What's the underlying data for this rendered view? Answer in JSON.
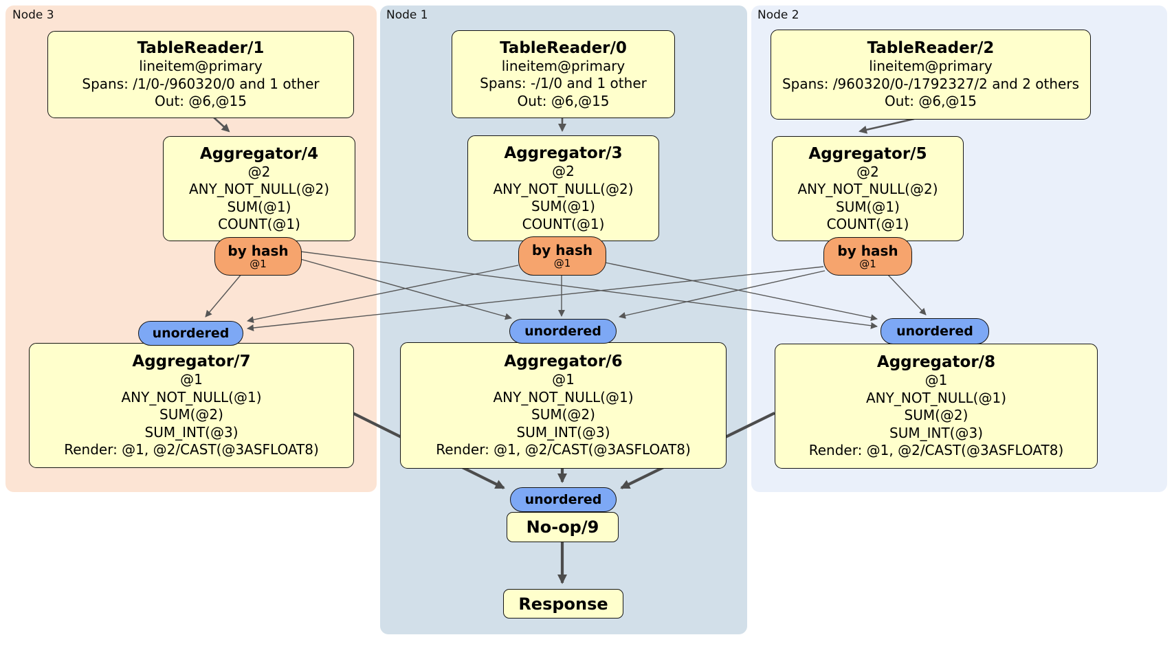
{
  "nodes": {
    "node3": {
      "label": "Node 3",
      "table_reader": {
        "title": "TableReader/1",
        "lines": [
          "lineitem@primary",
          "Spans: /1/0-/960320/0 and 1 other",
          "Out: @6,@15"
        ]
      },
      "agg_top": {
        "title": "Aggregator/4",
        "lines": [
          "@2",
          "ANY_NOT_NULL(@2)",
          "SUM(@1)",
          "COUNT(@1)"
        ]
      },
      "router": {
        "label": "by hash",
        "key": "@1"
      },
      "sync": "unordered",
      "agg_bottom": {
        "title": "Aggregator/7",
        "lines": [
          "@1",
          "ANY_NOT_NULL(@1)",
          "SUM(@2)",
          "SUM_INT(@3)",
          "Render: @1, @2/CAST(@3ASFLOAT8)"
        ]
      }
    },
    "node1": {
      "label": "Node 1",
      "table_reader": {
        "title": "TableReader/0",
        "lines": [
          "lineitem@primary",
          "Spans: -/1/0 and 1 other",
          "Out: @6,@15"
        ]
      },
      "agg_top": {
        "title": "Aggregator/3",
        "lines": [
          "@2",
          "ANY_NOT_NULL(@2)",
          "SUM(@1)",
          "COUNT(@1)"
        ]
      },
      "router": {
        "label": "by hash",
        "key": "@1"
      },
      "sync": "unordered",
      "agg_bottom": {
        "title": "Aggregator/6",
        "lines": [
          "@1",
          "ANY_NOT_NULL(@1)",
          "SUM(@2)",
          "SUM_INT(@3)",
          "Render: @1, @2/CAST(@3ASFLOAT8)"
        ]
      }
    },
    "node2": {
      "label": "Node 2",
      "table_reader": {
        "title": "TableReader/2",
        "lines": [
          "lineitem@primary",
          "Spans: /960320/0-/1792327/2 and 2 others",
          "Out: @6,@15"
        ]
      },
      "agg_top": {
        "title": "Aggregator/5",
        "lines": [
          "@2",
          "ANY_NOT_NULL(@2)",
          "SUM(@1)",
          "COUNT(@1)"
        ]
      },
      "router": {
        "label": "by hash",
        "key": "@1"
      },
      "sync": "unordered",
      "agg_bottom": {
        "title": "Aggregator/8",
        "lines": [
          "@1",
          "ANY_NOT_NULL(@1)",
          "SUM(@2)",
          "SUM_INT(@3)",
          "Render: @1, @2/CAST(@3ASFLOAT8)"
        ]
      }
    }
  },
  "final": {
    "sync": "unordered",
    "noop": "No-op/9",
    "response": "Response"
  },
  "colors": {
    "node3_bg": "#fce4d4",
    "node1_bg": "#d2dfe9",
    "node2_bg": "#eaf0fa",
    "box_fill": "#ffffcc",
    "router_fill": "#f6a46d",
    "sync_fill": "#7da8f5",
    "edge_thin": "#565656",
    "edge_thick": "#4c4c4c"
  }
}
